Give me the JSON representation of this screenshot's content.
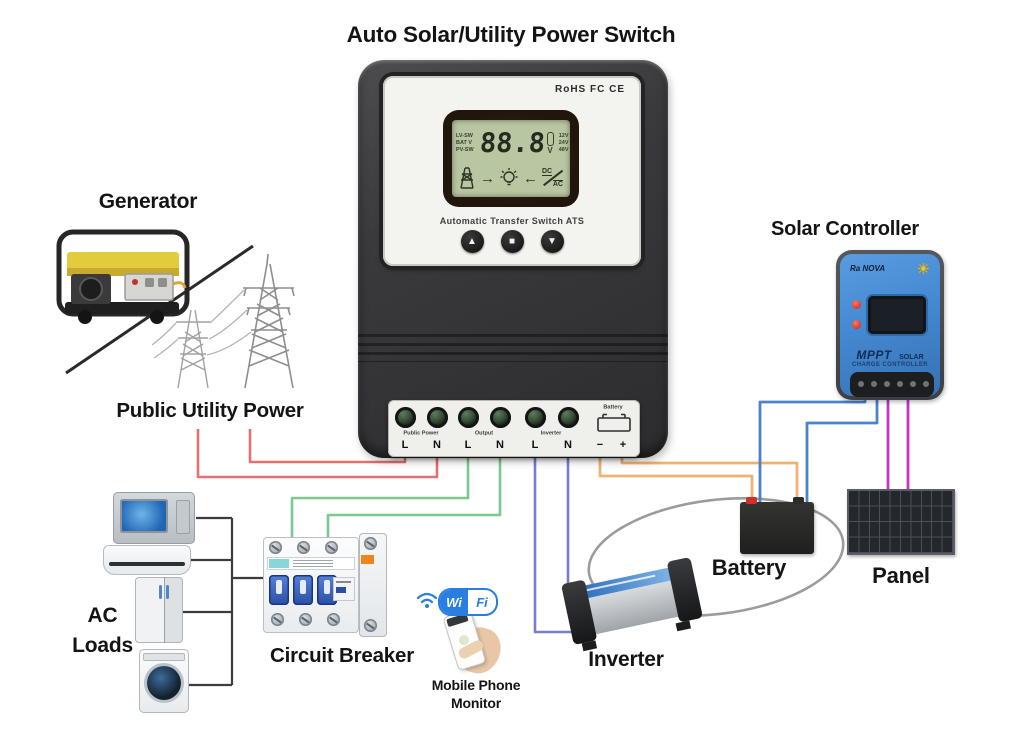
{
  "title": "Auto Solar/Utility Power Switch",
  "ats": {
    "cert": "RoHS FC CE",
    "lcd": {
      "left_labels": [
        "LV-SW",
        "BAT V",
        "PV-SW"
      ],
      "main_value": "88.8",
      "unit": "V",
      "right_labels": [
        "12V",
        "24V",
        "48V"
      ],
      "dc": "DC",
      "ac": "AC",
      "arrow_right": "→",
      "arrow_left": "←"
    },
    "subtitle": "Automatic Transfer Switch ATS",
    "buttons": {
      "up": "▲",
      "middle": "■",
      "down": "▼"
    },
    "terminals": {
      "groups": [
        {
          "name": "Public Power",
          "pins": [
            "L",
            "N"
          ]
        },
        {
          "name": "Output",
          "pins": [
            "L",
            "N"
          ]
        },
        {
          "name": "Inverter",
          "pins": [
            "L",
            "N"
          ]
        }
      ],
      "battery": {
        "name": "Battery",
        "minus": "−",
        "plus": "+"
      }
    }
  },
  "solar_controller": {
    "brand": "Ra NOVA",
    "sun": "☀",
    "mppt": "MPPT",
    "solar": "SOLAR",
    "subtitle": "CHARGE CONTROLLER"
  },
  "wifi": {
    "wi": "Wi",
    "fi": "Fi"
  },
  "labels": {
    "generator": "Generator",
    "public_utility": "Public Utility Power",
    "ac_loads_line1": "AC",
    "ac_loads_line2": "Loads",
    "circuit_breaker": "Circuit Breaker",
    "mobile_line1": "Mobile Phone",
    "mobile_line2": "Monitor",
    "inverter": "Inverter",
    "battery": "Battery",
    "panel": "Panel",
    "solar_controller": "Solar Controller"
  },
  "colors": {
    "red_wire": "#e4706f",
    "green_wire": "#7dc98d",
    "violet_wire": "#7b7bcb",
    "blue_wire": "#4a82cc",
    "orange_wire": "#f0b272",
    "magenta_wire": "#c335c9",
    "controller_blue": "#4489d2",
    "wifi_blue": "#2a7de1",
    "lcd_green": "#b9c6a2"
  }
}
